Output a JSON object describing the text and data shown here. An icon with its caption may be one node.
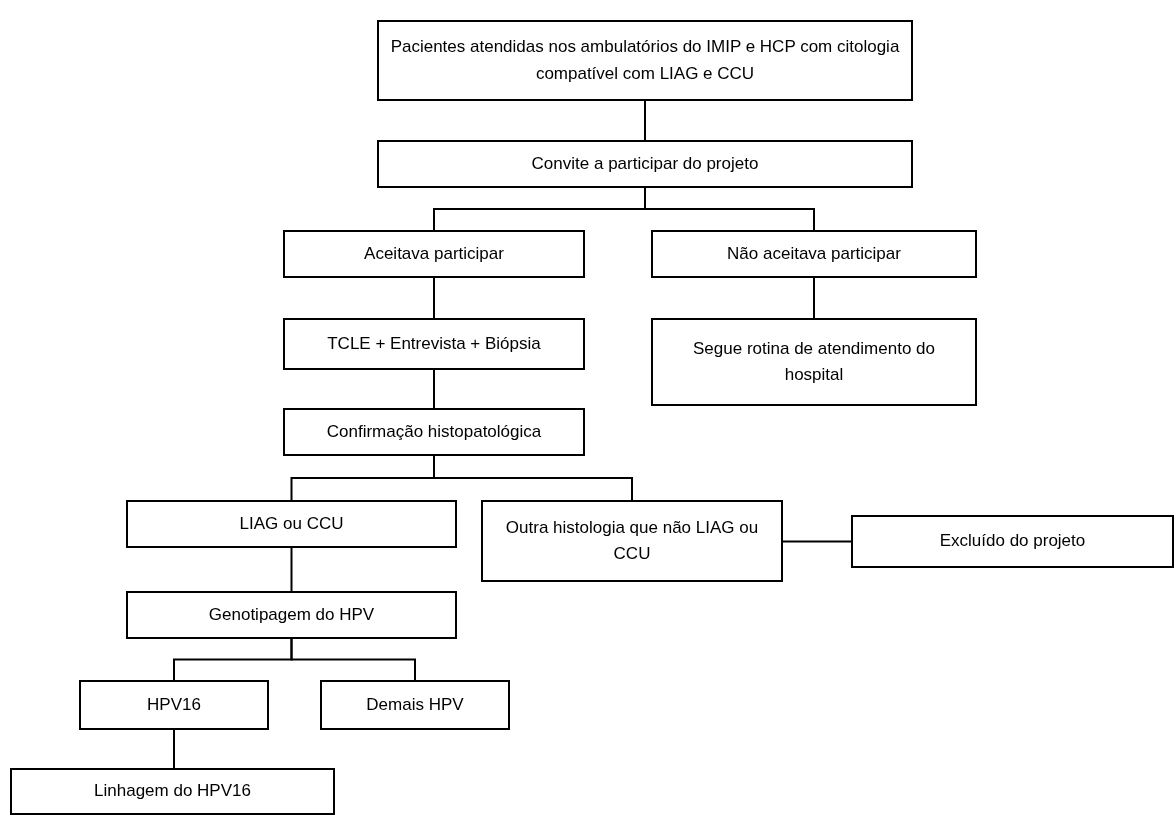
{
  "diagram": {
    "nodes": [
      {
        "text": [
          "Pacientes atendidas nos ambulatórios do IMIP e HCP com citologia compatível com LIAG e CCU"
        ]
      },
      {
        "text": [
          "Convite a participar do projeto"
        ]
      },
      {
        "text": [
          "Aceitava participar"
        ]
      },
      {
        "text": [
          "Não aceitava participar"
        ]
      },
      {
        "text": [
          "TCLE + Entrevista + Biópsia"
        ]
      },
      {
        "text": [
          "Segue rotina de atendimento do hospital"
        ]
      },
      {
        "text": [
          "Confirmação histopatológica"
        ]
      },
      {
        "text": [
          "LIAG ou CCU"
        ]
      },
      {
        "text": [
          "Outra histologia que não LIAG ou CCU"
        ]
      },
      {
        "text": [
          "Excluído do projeto"
        ]
      },
      {
        "text": [
          "Genotipagem do HPV"
        ]
      },
      {
        "text": [
          "HPV16"
        ]
      },
      {
        "text": [
          "Demais HPV"
        ]
      },
      {
        "text": [
          "Linhagem do HPV16"
        ]
      }
    ],
    "edges": [
      {
        "from": 0,
        "to": 1,
        "arrow": "none"
      },
      {
        "from": 1,
        "to": 2,
        "arrow": "none"
      },
      {
        "from": 1,
        "to": 3,
        "arrow": "none"
      },
      {
        "from": 2,
        "to": 4,
        "arrow": "none"
      },
      {
        "from": 3,
        "to": 5,
        "arrow": "none"
      },
      {
        "from": 4,
        "to": 6,
        "arrow": "none"
      },
      {
        "from": 6,
        "to": 7,
        "arrow": "none"
      },
      {
        "from": 6,
        "to": 8,
        "arrow": "none"
      },
      {
        "from": 8,
        "to": 9,
        "arrow": "none"
      },
      {
        "from": 7,
        "to": 10,
        "arrow": "none"
      },
      {
        "from": 10,
        "to": 11,
        "arrow": "none"
      },
      {
        "from": 10,
        "to": 12,
        "arrow": "none"
      },
      {
        "from": 11,
        "to": 13,
        "arrow": "none"
      }
    ]
  }
}
